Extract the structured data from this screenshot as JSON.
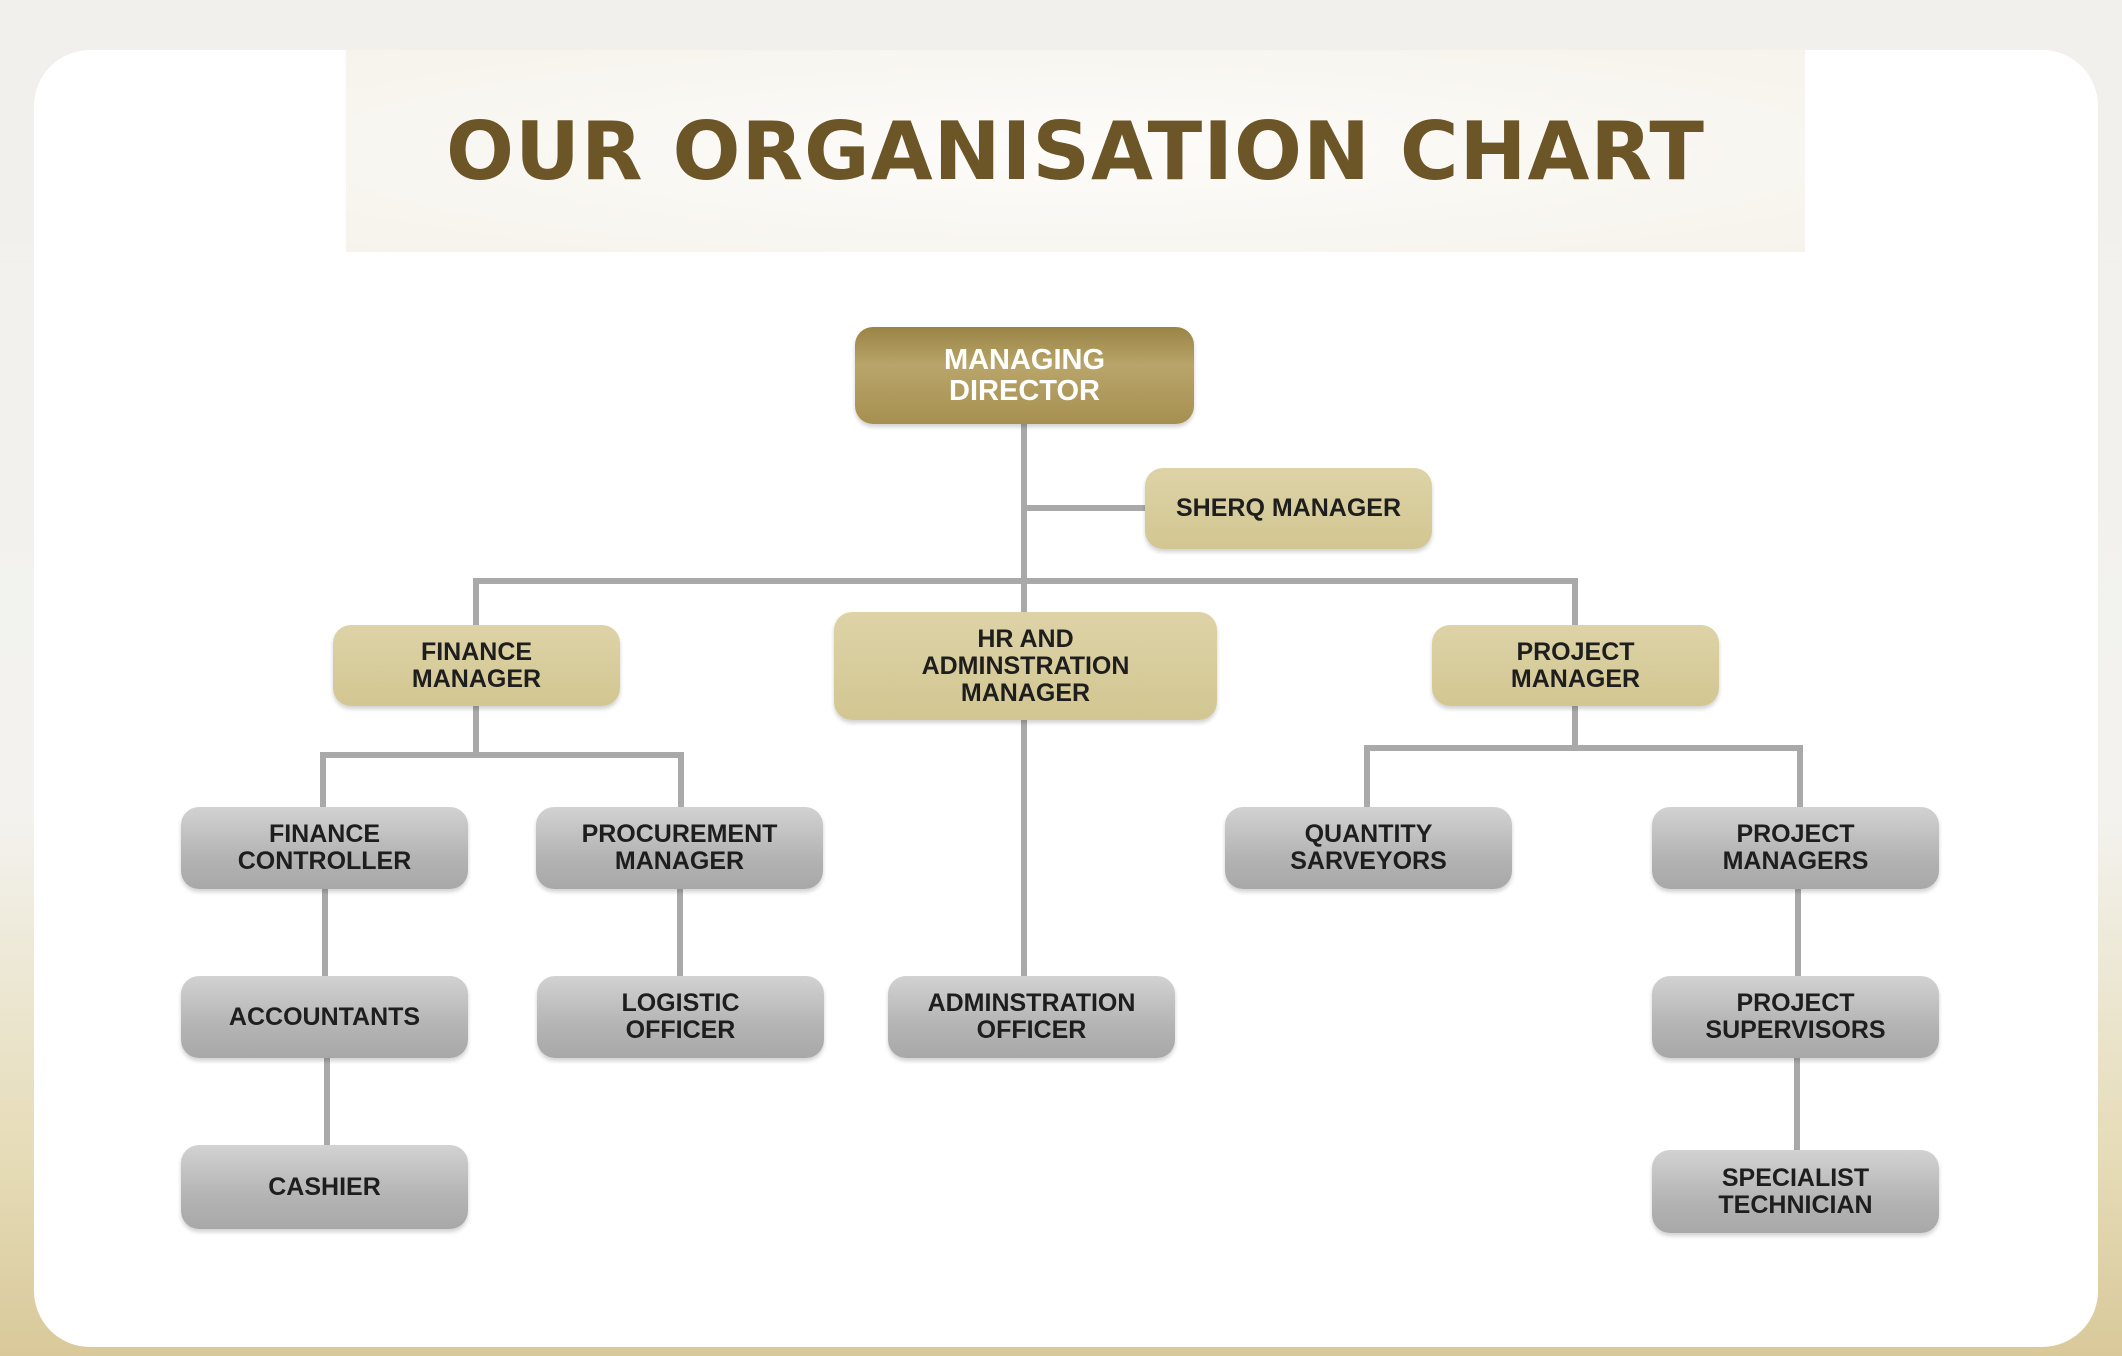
{
  "title": "OUR ORGANISATION CHART",
  "colors": {
    "title": "#6c5527",
    "top_node": "#a68f50",
    "manager_node": "#d6cb9a",
    "staff_node": "#b4b4b4",
    "connector": "#a9a9a9"
  },
  "nodes": {
    "managing_director": "MANAGING\nDIRECTOR",
    "sherq_manager": "SHERQ MANAGER",
    "finance_manager": "FINANCE\nMANAGER",
    "hr_admin_manager": "HR AND\nADMINSTRATION\nMANAGER",
    "project_manager": "PROJECT\nMANAGER",
    "finance_controller": "FINANCE\nCONTROLLER",
    "procurement_manager": "PROCUREMENT\nMANAGER",
    "quantity_surveyors": "QUANTITY\nSARVEYORS",
    "project_managers": "PROJECT\nMANAGERS",
    "accountants": "ACCOUNTANTS",
    "logistic_officer": "LOGISTIC\nOFFICER",
    "admin_officer": "ADMINSTRATION\nOFFICER",
    "project_supervisors": "PROJECT\nSUPERVISORS",
    "cashier": "CASHIER",
    "specialist_technician": "SPECIALIST\nTECHNICIAN"
  }
}
